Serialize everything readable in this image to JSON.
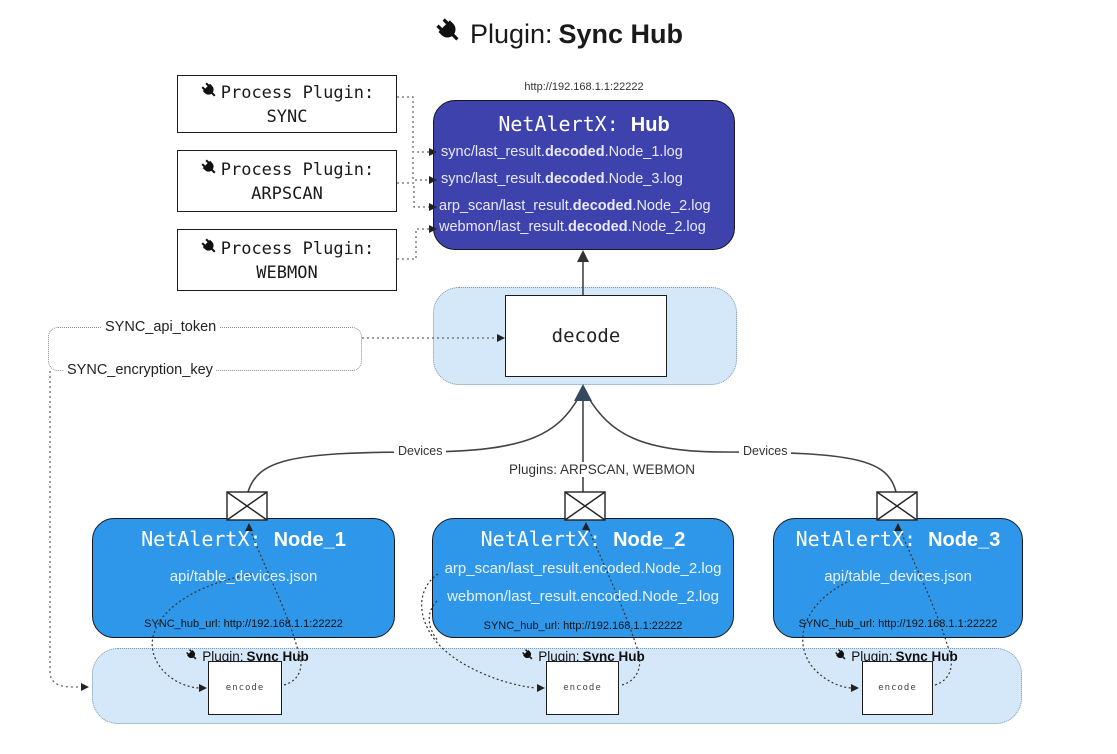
{
  "title": {
    "prefix": "Plugin: ",
    "bold": "Sync Hub"
  },
  "hub": {
    "url_label": "http://192.168.1.1:22222",
    "name_prefix": "NetAlertX: ",
    "name_bold": "Hub",
    "lines": [
      {
        "pre": "sync/last_result.",
        "bold": "decoded",
        "post": ".Node_1.log"
      },
      {
        "pre": "sync/last_result.",
        "bold": "decoded",
        "post": ".Node_3.log"
      },
      {
        "pre": "arp_scan/last_result.",
        "bold": "decoded",
        "post": ".Node_2.log"
      },
      {
        "pre": "webmon/last_result.",
        "bold": "decoded",
        "post": ".Node_2.log"
      }
    ]
  },
  "process_plugins": [
    {
      "line1": "Process Plugin:",
      "line2": "SYNC"
    },
    {
      "line1": "Process Plugin:",
      "line2": "ARPSCAN"
    },
    {
      "line1": "Process Plugin:",
      "line2": "WEBMON"
    }
  ],
  "decode": {
    "label": "decode"
  },
  "tokens": {
    "api_token": "SYNC_api_token",
    "encryption_key": "SYNC_encryption_key"
  },
  "edges": {
    "devices_left": "Devices",
    "devices_right": "Devices",
    "plugins_middle": "Plugins: ARPSCAN, WEBMON"
  },
  "nodes": [
    {
      "name_prefix": "NetAlertX: ",
      "name_bold": "Node_1",
      "line1": "api/table_devices.json",
      "hub_url": "SYNC_hub_url: http://192.168.1.1:22222"
    },
    {
      "name_prefix": "NetAlertX: ",
      "name_bold": "Node_2",
      "line1": "arp_scan/last_result.encoded.Node_2.log",
      "line2": "webmon/last_result.encoded.Node_2.log",
      "hub_url": "SYNC_hub_url: http://192.168.1.1:22222"
    },
    {
      "name_prefix": "NetAlertX: ",
      "name_bold": "Node_3",
      "line1": "api/table_devices.json",
      "hub_url": "SYNC_hub_url: http://192.168.1.1:22222"
    }
  ],
  "sync_band": {
    "label_prefix": "Plugin: ",
    "label_bold": "Sync Hub",
    "encode_label": "encode"
  },
  "icons": {
    "plug": "plug-icon",
    "envelope": "envelope-icon"
  },
  "colors": {
    "hub_fill": "#3e42ad",
    "node_fill": "#2e97e9",
    "panel_fill": "#d5e8f9",
    "panel_border": "#7d99ad",
    "line": "#444444",
    "arrow_dark": "#34495e",
    "hub_text": "#e9e9fb"
  }
}
